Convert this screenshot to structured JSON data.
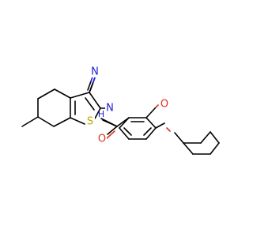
{
  "molecule": {
    "atoms": {
      "nitrile_n": "N",
      "amide_n": "N",
      "amide_h": "H",
      "amide_o": "O",
      "ether_o": "O",
      "thiophene_s": "S"
    },
    "colors": {
      "carbon_bond": "#000000",
      "nitrogen": "#1f1fd9",
      "oxygen": "#e0301e",
      "sulfur": "#c8a400"
    }
  }
}
